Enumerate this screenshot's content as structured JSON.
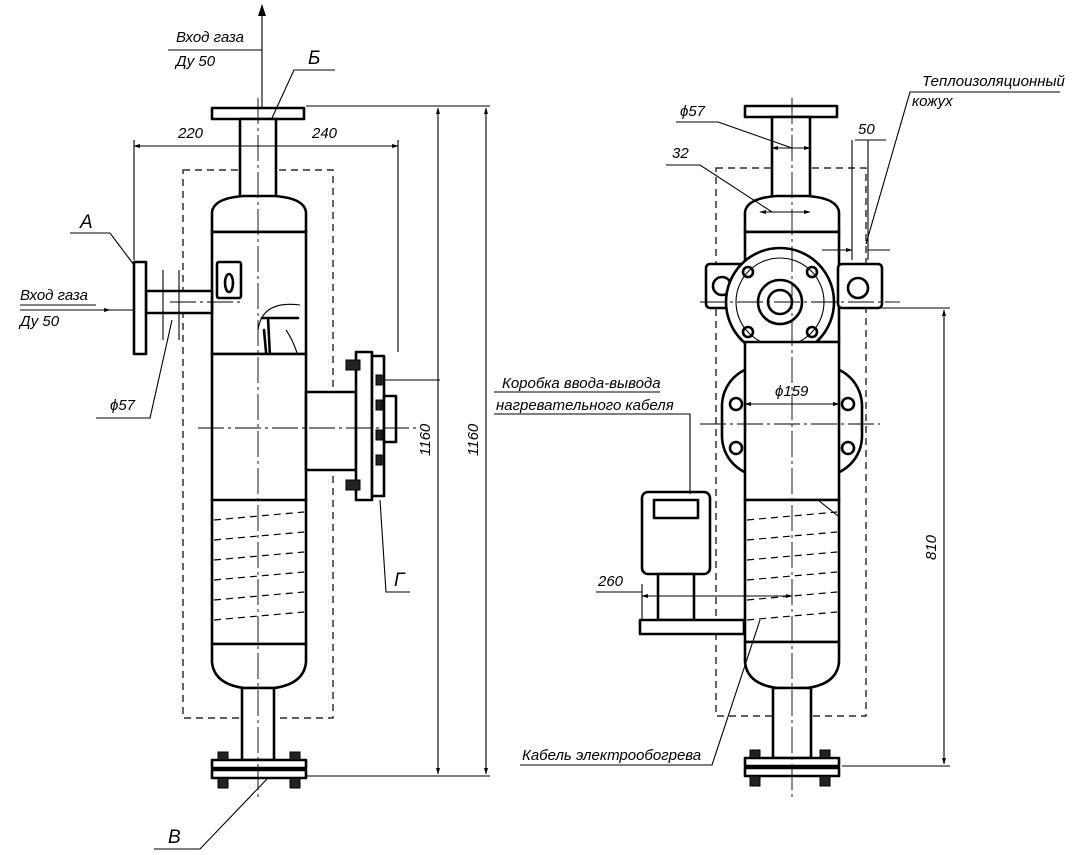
{
  "labels": {
    "gas_inlet_top": "Вход газа",
    "dn_top": "Ду 50",
    "gas_inlet_side": "Вход газа",
    "dn_side": "Ду 50",
    "mark_A": "А",
    "mark_B_top": "Б",
    "mark_V": "В",
    "mark_G": "Г",
    "insulation_1": "Теплоизоляционный",
    "insulation_2": "кожух",
    "junction_box_1": "Коробка ввода-вывода",
    "junction_box_2": "нагревательного кабеля",
    "heating_cable": "Кабель электрообогрева"
  },
  "dimensions": {
    "d220": "220",
    "d240": "240",
    "phi57_left": "ϕ57",
    "h1160_inner": "1160",
    "h1160_outer": "1160",
    "phi57_right": "ϕ57",
    "d32": "32",
    "d50": "50",
    "phi159": "ϕ159",
    "d260": "260",
    "h810": "810"
  }
}
